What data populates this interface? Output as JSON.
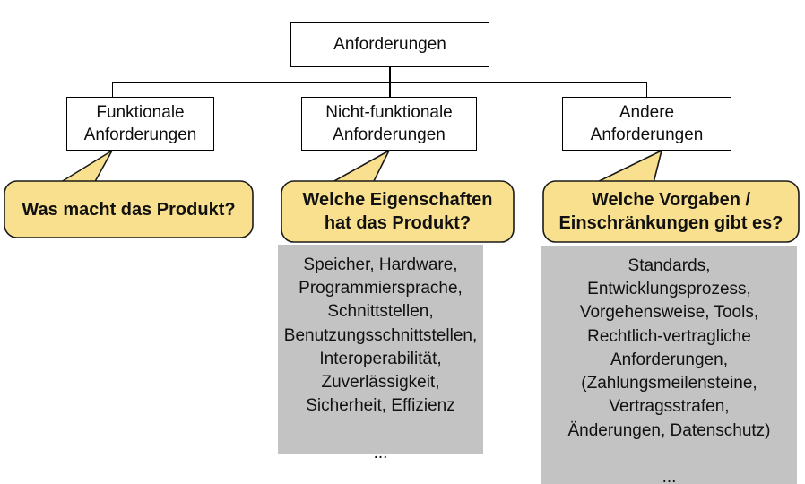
{
  "diagram": {
    "title_node": {
      "label": "Anforderungen"
    },
    "branches": [
      {
        "id": "funktionale",
        "label": "Funktionale\nAnforderungen",
        "callout": "Was macht das Produkt?",
        "details": null
      },
      {
        "id": "nicht-funktionale",
        "label": "Nicht-funktionale\nAnforderungen",
        "callout": "Welche Eigenschaften\nhat das Produkt?",
        "details": "Speicher, Hardware,\nProgrammiersprache,\nSchnittstellen,\nBenutzungsschnittstellen,\nInteroperabilität,\nZuverlässigkeit,\nSicherheit, Effizienz\n\n..."
      },
      {
        "id": "andere",
        "label": "Andere\nAnforderungen",
        "callout": "Welche Vorgaben /\nEinschränkungen gibt es?",
        "details": "Standards,\nEntwicklungsprozess,\nVorgehensweise, Tools,\nRechtlich-vertragliche\nAnforderungen,\n(Zahlungsmeilensteine,\nVertragsstrafen,\nÄnderungen, Datenschutz)\n\n..."
      }
    ],
    "colors": {
      "callout_fill": "#f8e08e",
      "callout_stroke": "#1a1a1a",
      "detail_fill": "#c3c3c3",
      "node_stroke": "#000000",
      "node_fill": "#ffffff"
    }
  }
}
